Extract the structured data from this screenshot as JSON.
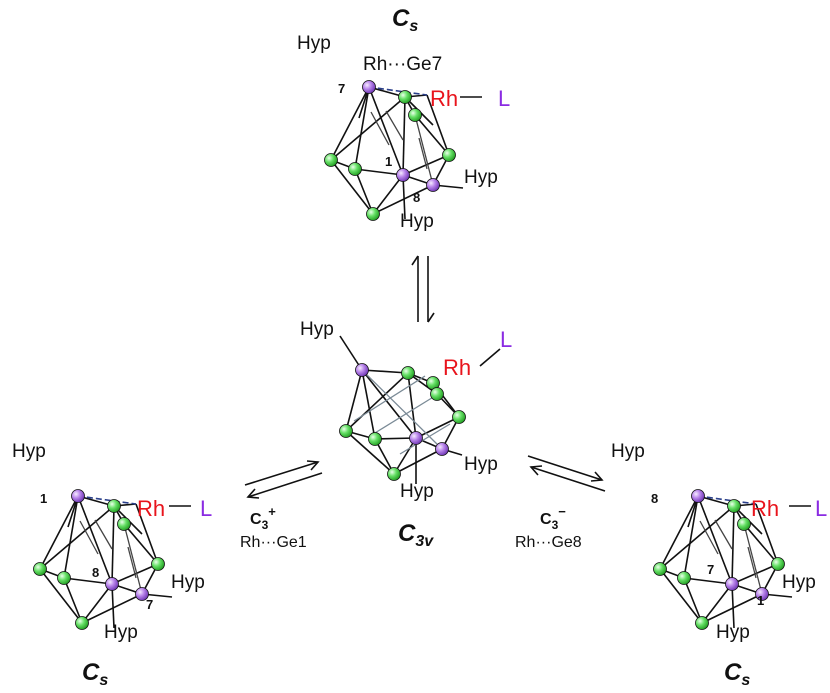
{
  "labels": {
    "hyp": "Hyp",
    "rh": "Rh",
    "ligand": "L",
    "bond": "—"
  },
  "top": {
    "symmetry_main": "C",
    "symmetry_sub": "s",
    "interaction": "Rh···Ge7",
    "numbers": [
      "7",
      "1",
      "8"
    ]
  },
  "center": {
    "symmetry_main": "C",
    "symmetry_sub": "3v"
  },
  "left": {
    "symmetry_main": "C",
    "symmetry_sub": "s",
    "numbers": [
      "1",
      "8",
      "7"
    ]
  },
  "right": {
    "symmetry_main": "C",
    "symmetry_sub": "s",
    "numbers": [
      "8",
      "7",
      "1"
    ]
  },
  "left_arrow": {
    "label_main": "C",
    "label_sub": "3",
    "label_sup": "+",
    "interaction": "Rh···Ge1"
  },
  "right_arrow": {
    "label_main": "C",
    "label_sub": "3",
    "label_sup": "−",
    "interaction": "Rh···Ge8"
  },
  "colors": {
    "ge_green": "#55e055",
    "hyp_purple": "#b07ae6",
    "rh_red": "#e8141c",
    "ligand_purple": "#8a2be2",
    "dashed_blue": "#2a3f8a"
  }
}
